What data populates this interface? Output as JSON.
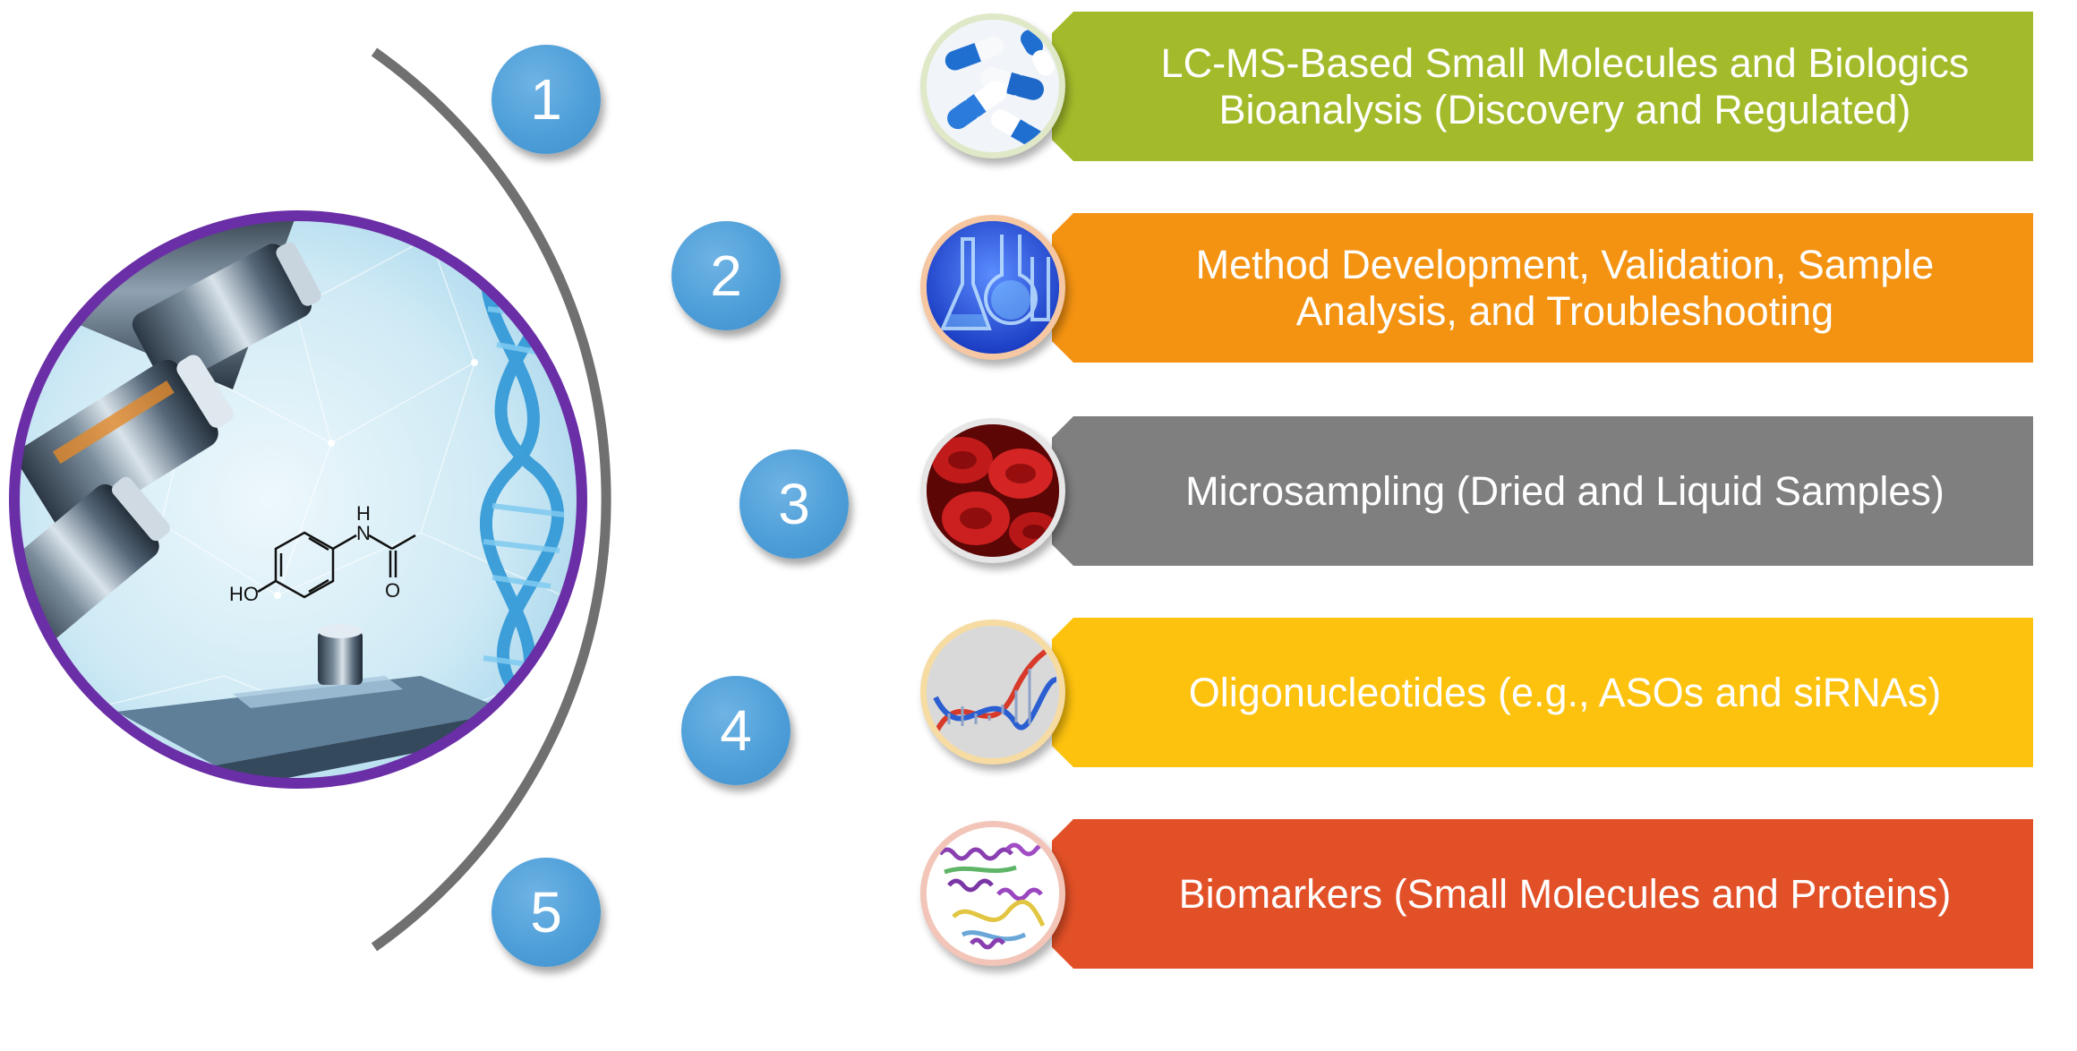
{
  "timeline": {
    "steps": [
      {
        "number": "1"
      },
      {
        "number": "2"
      },
      {
        "number": "3"
      },
      {
        "number": "4"
      },
      {
        "number": "5"
      }
    ]
  },
  "hero": {
    "image": "microscope-dna-molecule-photo",
    "molecule_labels": {
      "n": "N",
      "h": "H",
      "o": "O",
      "ho": "HO"
    },
    "ring_color": "#6a2ea6"
  },
  "services": [
    {
      "label": "LC-MS-Based Small Molecules and Biologics\nBioanalysis (Discovery and Regulated)",
      "color": "#a3bb2b",
      "icon": "capsules-icon"
    },
    {
      "label": "Method Development, Validation, Sample\nAnalysis, and Troubleshooting",
      "color": "#f49312",
      "icon": "lab-glassware-icon"
    },
    {
      "label": "Microsampling (Dried and Liquid Samples)",
      "color": "#7f7f7f",
      "icon": "blood-cells-icon"
    },
    {
      "label": "Oligonucleotides (e.g., ASOs and siRNAs)",
      "color": "#fdc20e",
      "icon": "dna-icon"
    },
    {
      "label": "Biomarkers (Small Molecules and Proteins)",
      "color": "#e25027",
      "icon": "protein-structure-icon"
    }
  ],
  "colors": {
    "arc": "#707070",
    "step_circle": "#4e9fd9"
  }
}
